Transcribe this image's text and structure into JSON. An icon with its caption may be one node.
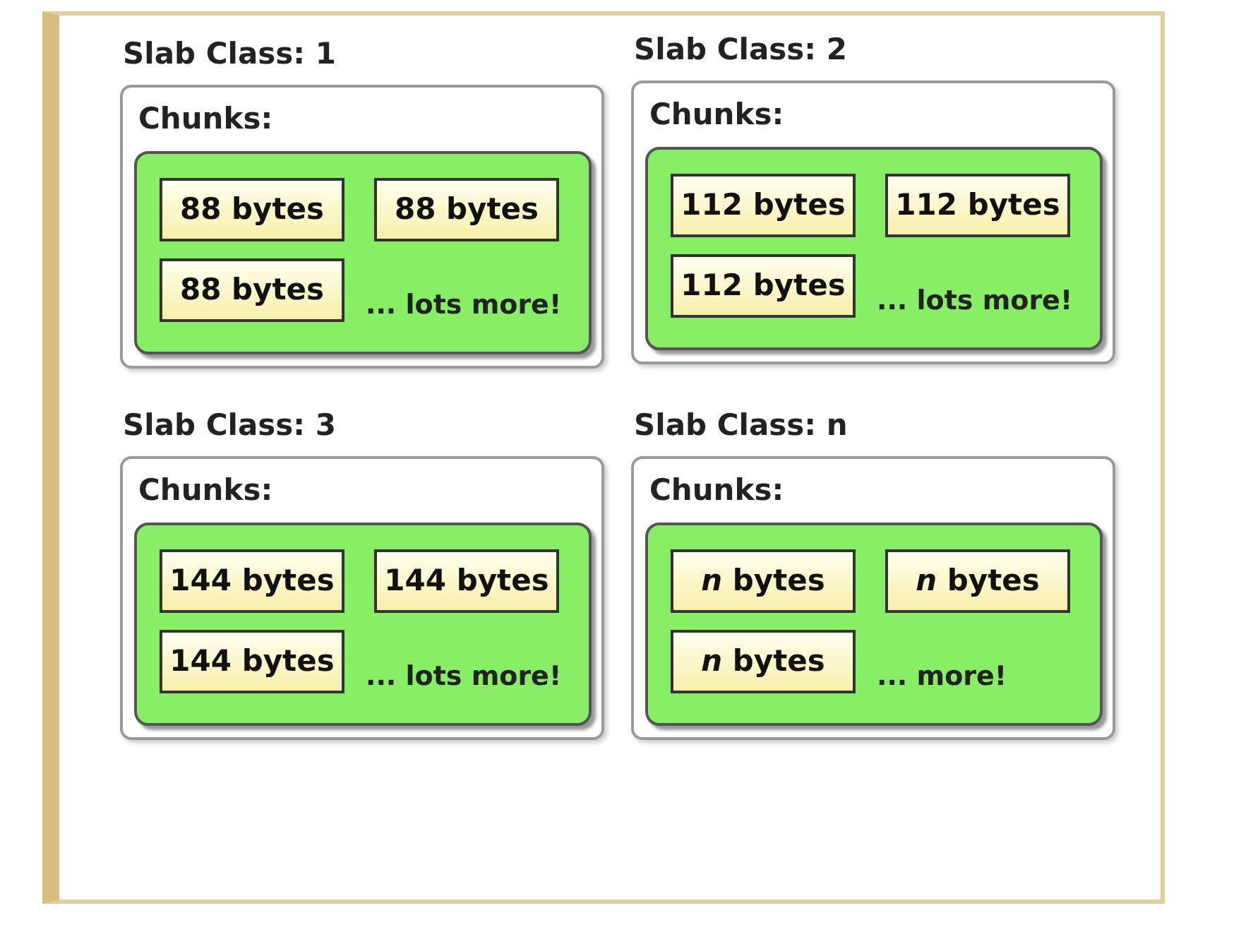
{
  "diagram": {
    "nodes": [
      {
        "text": [
          "Slab Class: 1",
          "Chunks:"
        ]
      },
      {
        "text": [
          "... lots more!"
        ],
        "in": 0
      },
      {
        "text": [
          "88 bytes"
        ],
        "in": 1
      },
      {
        "text": [
          "88 bytes"
        ],
        "in": 1
      },
      {
        "text": [
          "88 bytes"
        ],
        "in": 1
      },
      {
        "text": [
          "Slab Class: 2",
          "Chunks:"
        ]
      },
      {
        "text": [
          "... lots more!"
        ],
        "in": 5
      },
      {
        "text": [
          "112 bytes"
        ],
        "in": 6
      },
      {
        "text": [
          "112 bytes"
        ],
        "in": 6
      },
      {
        "text": [
          "112 bytes"
        ],
        "in": 6
      },
      {
        "text": [
          "Slab Class: 3",
          "Chunks:"
        ]
      },
      {
        "text": [
          "... lots more!"
        ],
        "in": 10
      },
      {
        "text": [
          "144 bytes"
        ],
        "in": 11
      },
      {
        "text": [
          "144 bytes"
        ],
        "in": 11
      },
      {
        "text": [
          "144 bytes"
        ],
        "in": 11
      },
      {
        "text": [
          "Slab Class: n",
          "Chunks:"
        ]
      },
      {
        "text": [
          "... more!"
        ],
        "in": 15
      },
      {
        "text": [
          "*n* bytes"
        ],
        "in": 16
      },
      {
        "text": [
          "*n* bytes"
        ],
        "in": 16
      },
      {
        "text": [
          "*n* bytes"
        ],
        "in": 16
      }
    ]
  }
}
